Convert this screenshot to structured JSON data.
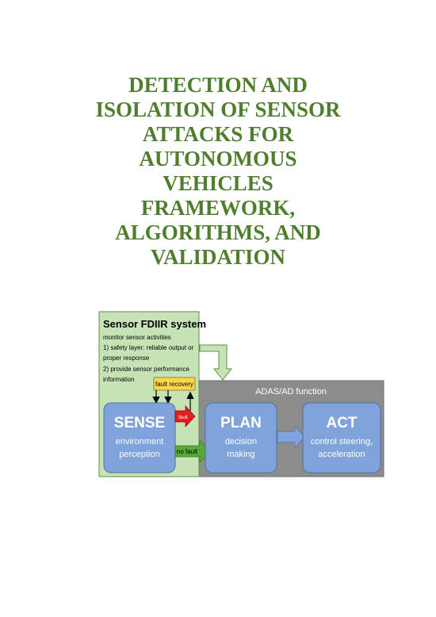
{
  "title": {
    "lines": [
      "DETECTION AND",
      "ISOLATION OF SENSOR",
      "ATTACKS FOR",
      "AUTONOMOUS",
      "VEHICLES",
      "FRAMEWORK,",
      "ALGORITHMS, AND",
      "VALIDATION"
    ]
  },
  "diagram": {
    "fdiir_title": "Sensor FDIIR system",
    "fdiir_desc": [
      "monitor sensor activities",
      "1) safety layer: reliable output or",
      "proper response",
      "2) provide sensor performance",
      "information"
    ],
    "fault_recovery": "fault recovery",
    "fault": "fault",
    "no_fault": "no fault",
    "adas_title": "ADAS/AD function",
    "sense": {
      "title": "SENSE",
      "line1": "environment",
      "line2": "perception"
    },
    "plan": {
      "title": "PLAN",
      "line1": "decision",
      "line2": "making"
    },
    "act": {
      "title": "ACT",
      "line1": "control steering,",
      "line2": "acceleration"
    }
  },
  "colors": {
    "title_green": "#4f7f2e",
    "fdiir_bg": "#c7e3b6",
    "adas_bg": "#8c8c8c",
    "block_blue": "#7fa3da",
    "fault_recovery_bg": "#ffd54f",
    "fault_red": "#e02020",
    "arrow_green": "#5aa83a"
  }
}
